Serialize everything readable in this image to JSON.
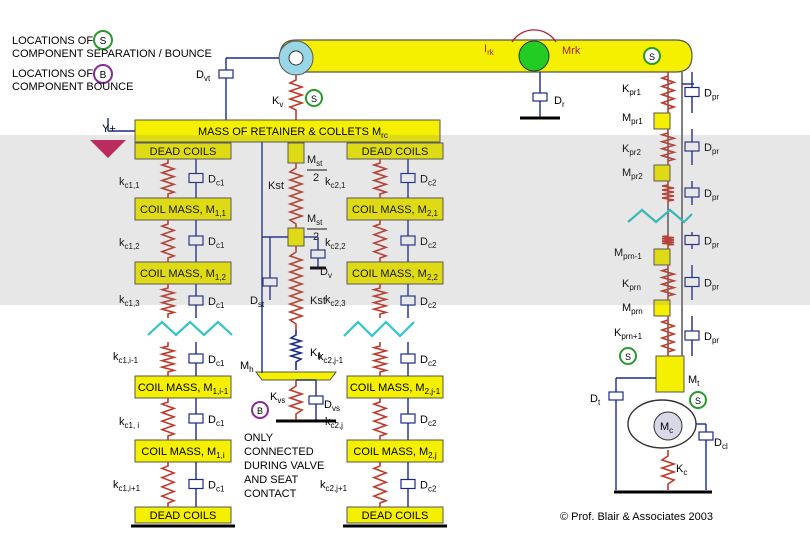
{
  "legend": {
    "sep_line1": "LOCATIONS OF",
    "sep_line2": "COMPONENT SEPARATION / BOUNCE",
    "bounce_line1": "LOCATIONS OF",
    "bounce_line2": "COMPONENT BOUNCE",
    "sep_symbol": "S",
    "bounce_symbol": "B"
  },
  "retainer": {
    "label": "MASS OF RETAINER & COLLETS M",
    "sub": "rc"
  },
  "rocker": {
    "irk": "I",
    "irk_sub": "rk",
    "mrk": "Mrk",
    "dr": "D",
    "dr_sub": "r",
    "dvt": "D",
    "dvt_sub": "vt",
    "kv": "K",
    "kv_sub": "v"
  },
  "y_label": "Y+",
  "spring1": {
    "dead_top": "DEAD COILS",
    "dead_bottom": "DEAD COILS",
    "mass1": "COIL MASS, M",
    "mass1_sub": "1,1",
    "mass2": "COIL MASS, M",
    "mass2_sub": "1,2",
    "mass3": "COIL MASS, M",
    "mass3_sub": "1,i-1",
    "mass4": "COIL MASS, M",
    "mass4_sub": "1,i",
    "k": [
      "k",
      "k",
      "k",
      "k",
      "k",
      "k"
    ],
    "k_sub": [
      "c1,1",
      "c1,2",
      "c1,3",
      "c1,i-1",
      "c1, i",
      "c1,i+1"
    ],
    "d": "D",
    "d_sub": "c1"
  },
  "spring2": {
    "dead_top": "DEAD COILS",
    "dead_bottom": "DEAD COILS",
    "mass1": "COIL MASS, M",
    "mass1_sub": "2,1",
    "mass2": "COIL MASS, M",
    "mass2_sub": "2,2",
    "mass3": "COIL MASS, M",
    "mass3_sub": "2,j-1",
    "mass4": "COIL MASS, M",
    "mass4_sub": "2,j",
    "k": [
      "k",
      "k",
      "k",
      "k",
      "k",
      "k"
    ],
    "k_sub": [
      "c2,1",
      "c2,2",
      "c2,3",
      "c2,j-1",
      "c2,j",
      "c2,j+1"
    ],
    "d": "D",
    "d_sub": "c2"
  },
  "stem": {
    "kst": "Kst",
    "dst": "D",
    "dst_sub": "st",
    "mst": "M",
    "mst_sub": "st",
    "two": "2",
    "dv": "D",
    "dv_sub": "v",
    "kh": "K",
    "kh_sub": "h",
    "mh": "M",
    "mh_sub": "h",
    "kvs": "K",
    "kvs_sub": "vs",
    "dvs": "D",
    "dvs_sub": "vs"
  },
  "note": [
    "ONLY",
    "CONNECTED",
    "DURING VALVE",
    "AND SEAT",
    "CONTACT"
  ],
  "pushrod": {
    "kpr": "K",
    "mpr": "M",
    "dpr": "D",
    "dpr_sub": "pr",
    "kpr_subs": [
      "pr1",
      "pr2",
      "prn",
      "prn+1"
    ],
    "mpr_subs": [
      "pr1",
      "pr2",
      "prn-1",
      "prn"
    ],
    "mt": "M",
    "mt_sub": "t",
    "dt": "D",
    "dt_sub": "t",
    "mc": "M",
    "mc_sub": "c",
    "dcl": "D",
    "dcl_sub": "cl",
    "kc": "K",
    "kc_sub": "c"
  },
  "copyright": "© Prof. Blair & Associates 2003",
  "colors": {
    "mass": "#f5f000",
    "spring": "#c0392b",
    "wire": "#1a2a8a",
    "wave": "#2ec5c5",
    "sep_circle": "#2a9a2a",
    "bounce_circle": "#8a2a9a",
    "green_ball": "#22cc22"
  }
}
